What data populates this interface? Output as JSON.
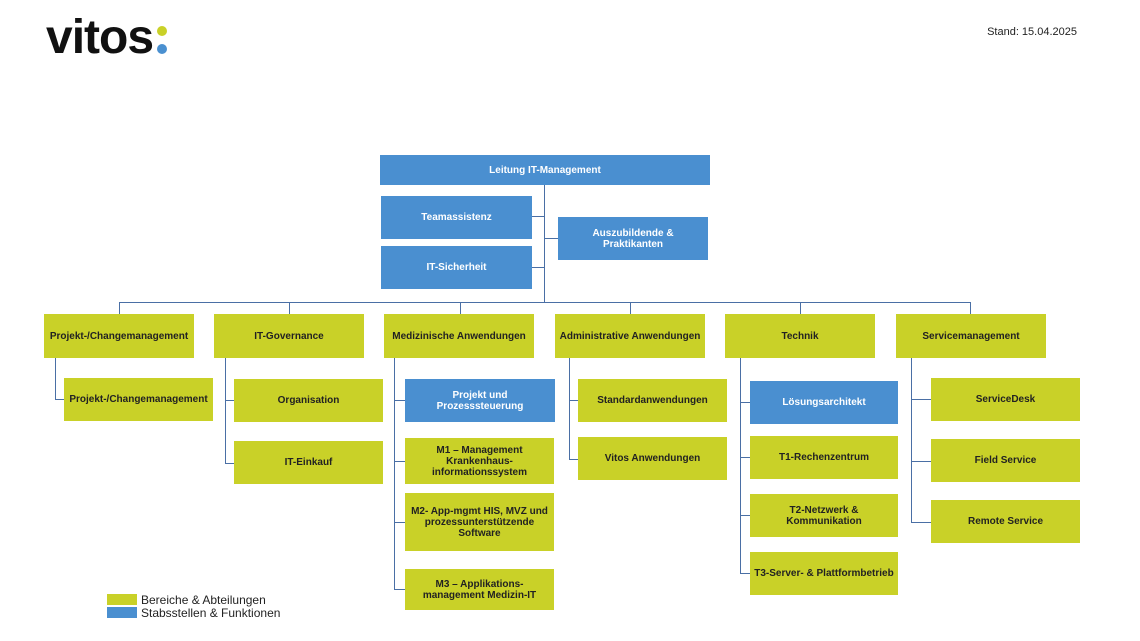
{
  "logo": {
    "text": "vitos"
  },
  "stand": "Stand: 15.04.2025",
  "colors": {
    "green": "#c9d128",
    "blue": "#4a8fd0",
    "line": "#4a6fa5"
  },
  "top": {
    "leitung": "Leitung IT-Management",
    "teamassistenz": "Teamassistenz",
    "sicherheit": "IT-Sicherheit",
    "azubis": "Auszubildende & Praktikanten"
  },
  "departments": [
    {
      "title": "Projekt-/Changemanagement",
      "children": [
        "Projekt-/Changemanagement"
      ]
    },
    {
      "title": "IT-Governance",
      "children": [
        "Organisation",
        "IT-Einkauf"
      ]
    },
    {
      "title": "Medizinische Anwendungen",
      "children": [
        "Projekt und Prozesssteuerung",
        "M1 – Management Krankenhaus-informationssystem",
        "M2- App-mgmt HIS, MVZ und prozessunterstützende Software",
        "M3 – Applikations-management Medizin-IT"
      ]
    },
    {
      "title": "Administrative Anwendungen",
      "children": [
        "Standardanwendungen",
        "Vitos Anwendungen"
      ]
    },
    {
      "title": "Technik",
      "children": [
        "Lösungsarchitekt",
        "T1-Rechenzentrum",
        "T2-Netzwerk & Kommunikation",
        "T3-Server- & Plattformbetrieb"
      ]
    },
    {
      "title": "Servicemanagement",
      "children": [
        "ServiceDesk",
        "Field Service",
        "Remote Service"
      ]
    }
  ],
  "legend": {
    "bereiche": "Bereiche & Abteilungen",
    "stabsstellen": "Stabsstellen & Funktionen"
  }
}
